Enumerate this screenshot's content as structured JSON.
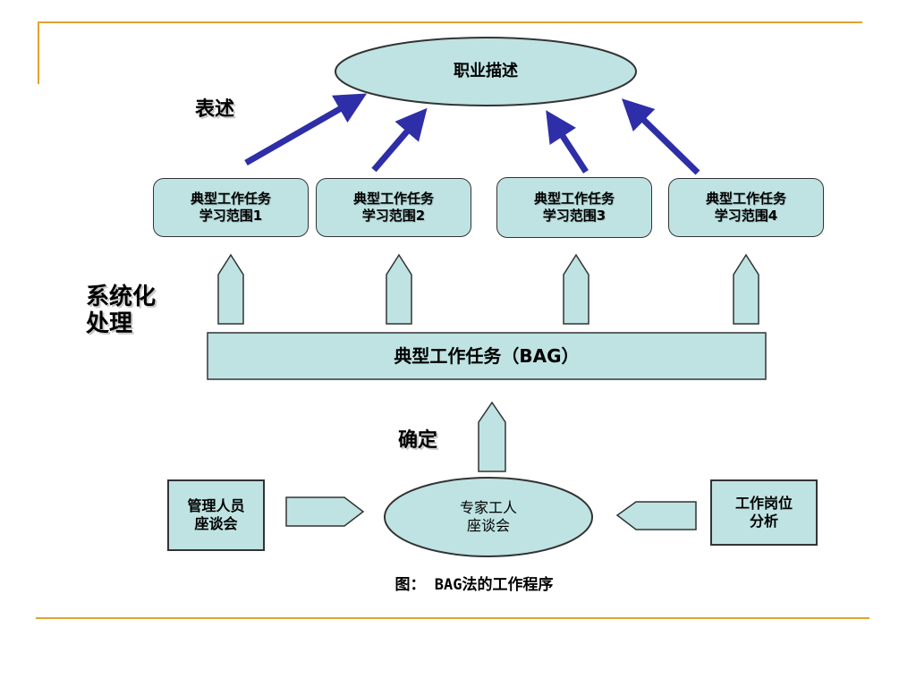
{
  "title": "职业描述",
  "express_label": "表述",
  "systematize_label": "系统化\n处理",
  "determine_label": "确定",
  "task_scopes": [
    {
      "label": "典型工作任务\n学习范围1"
    },
    {
      "label": "典型工作任务\n学习范围2"
    },
    {
      "label": "典型工作任务\n学习范围3"
    },
    {
      "label": "典型工作任务\n学习范围4"
    }
  ],
  "bag_bar": "典型工作任务（BAG）",
  "sources": {
    "management": "管理人员\n座谈会",
    "experts": "专家工人\n座谈会",
    "job_analysis": "工作岗位\n分析"
  },
  "caption": "图： BAG法的工作程序",
  "colors": {
    "shape_fill": "#bfe3e3",
    "arrow_blue": "#2e2ea8",
    "rule_line": "#e0a32e"
  }
}
